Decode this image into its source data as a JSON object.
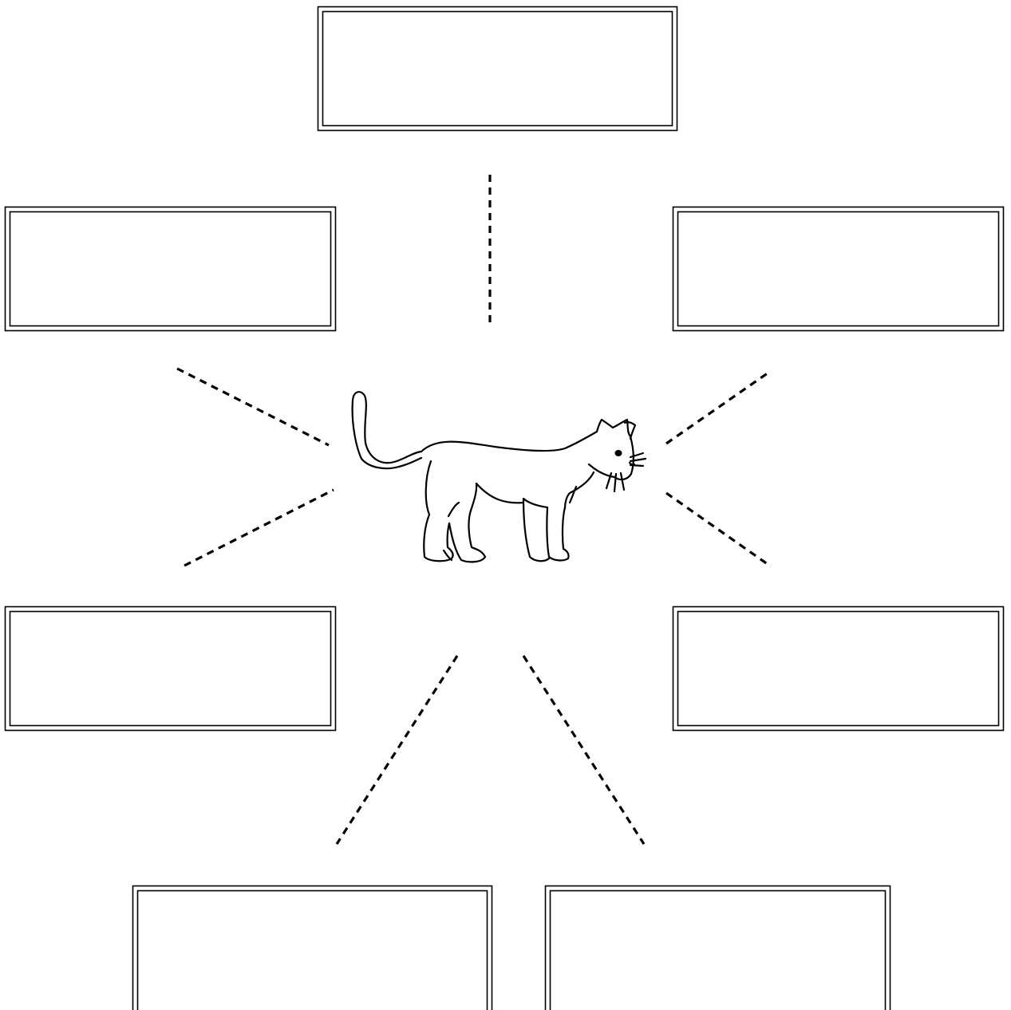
{
  "diagram": {
    "type": "web-graphic-organizer",
    "background_color": "#ffffff",
    "stroke_color": "#000000",
    "center_image": "cat-illustration",
    "boxes": [
      {
        "id": "top",
        "text": ""
      },
      {
        "id": "upper-left",
        "text": ""
      },
      {
        "id": "upper-right",
        "text": ""
      },
      {
        "id": "lower-left",
        "text": ""
      },
      {
        "id": "lower-right",
        "text": ""
      },
      {
        "id": "bottom-left",
        "text": ""
      },
      {
        "id": "bottom-right",
        "text": ""
      }
    ]
  }
}
